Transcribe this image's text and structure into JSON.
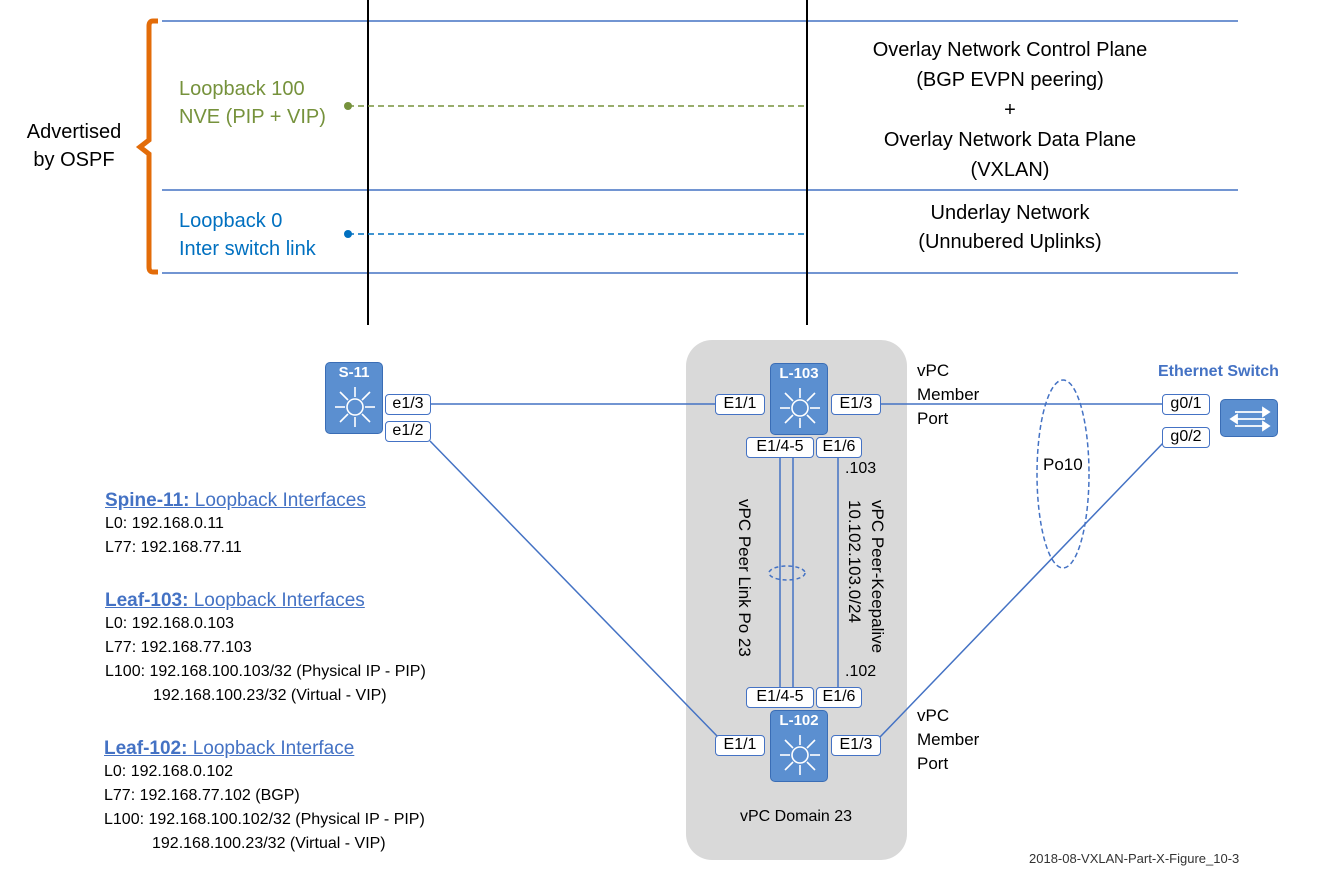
{
  "top_panel": {
    "left_label_line1": "Advertised",
    "left_label_line2": "by OSPF",
    "loopback100_line1": "Loopback 100",
    "loopback100_line2": "NVE (PIP + VIP)",
    "loopback0_line1": "Loopback 0",
    "loopback0_line2": "Inter switch link",
    "overlay_line1": "Overlay  Network Control Plane",
    "overlay_line2": "(BGP EVPN peering)",
    "overlay_plus": "+",
    "overlay_line3": "Overlay  Network Data Plane",
    "overlay_line4": "(VXLAN)",
    "underlay_line1": "Underlay Network",
    "underlay_line2": "(Unnubered Uplinks)"
  },
  "colors": {
    "green": "#76923c",
    "blue": "#0070c0",
    "bracket": "#e36c09",
    "switch": "#5b8fd0",
    "link": "#4472c4"
  },
  "devices": {
    "spine": {
      "label": "S-11",
      "ports": [
        "e1/3",
        "e1/2"
      ]
    },
    "leaf103": {
      "label": "L-103",
      "ports": [
        "E1/1",
        "E1/3",
        "E1/4-5",
        "E1/6"
      ]
    },
    "leaf102": {
      "label": "L-102",
      "ports": [
        "E1/1",
        "E1/3",
        "E1/4-5",
        "E1/6"
      ]
    },
    "ethernet_switch": {
      "label": "Ethernet Switch",
      "ports": [
        "g0/1",
        "g0/2"
      ]
    }
  },
  "labels": {
    "vpc_member_top": [
      "vPC",
      "Member",
      "Port"
    ],
    "vpc_member_bottom": [
      "vPC",
      "Member",
      "Port"
    ],
    "po10": "Po10",
    "peer_link": "vPC Peer Link  Po 23",
    "peer_keepalive_line1": "vPC Peer-Keepalive",
    "peer_keepalive_line2": "10.102.103.0/24",
    "ip_103": ".103",
    "ip_102": ".102",
    "vpc_domain": "vPC Domain 23",
    "figure_id": "2018-08-VXLAN-Part-X-Figure_10-3"
  },
  "loopback_info": {
    "spine": {
      "title_bold": "Spine-11:",
      "title_rest": " Loopback Interfaces",
      "lines": [
        "L0: 192.168.0.11",
        "L77: 192.168.77.11"
      ]
    },
    "leaf103": {
      "title_bold": "Leaf-103:",
      "title_rest": " Loopback Interfaces",
      "lines": [
        "L0: 192.168.0.103",
        "L77: 192.168.77.103",
        "L100: 192.168.100.103/32 (Physical IP - PIP)",
        "192.168.100.23/32   (Virtual - VIP)"
      ]
    },
    "leaf102": {
      "title_bold": "Leaf-102:",
      "title_rest": " Loopback Interface",
      "lines": [
        "L0: 192.168.0.102",
        "L77: 192.168.77.102 (BGP)",
        "L100: 192.168.100.102/32 (Physical IP - PIP)",
        "192.168.100.23/32   (Virtual - VIP)"
      ]
    }
  }
}
